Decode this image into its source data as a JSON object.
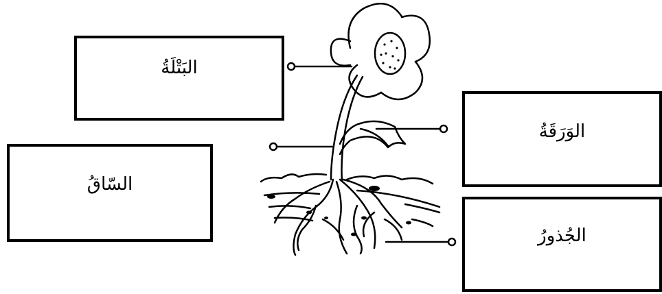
{
  "labels": {
    "petal": "البَتْلَةُ",
    "stem": "السّاقُ",
    "leaf": "الوَرَقَةُ",
    "roots": "الجُذورُ"
  },
  "colors": {
    "line": "#000000",
    "background": "#ffffff"
  }
}
